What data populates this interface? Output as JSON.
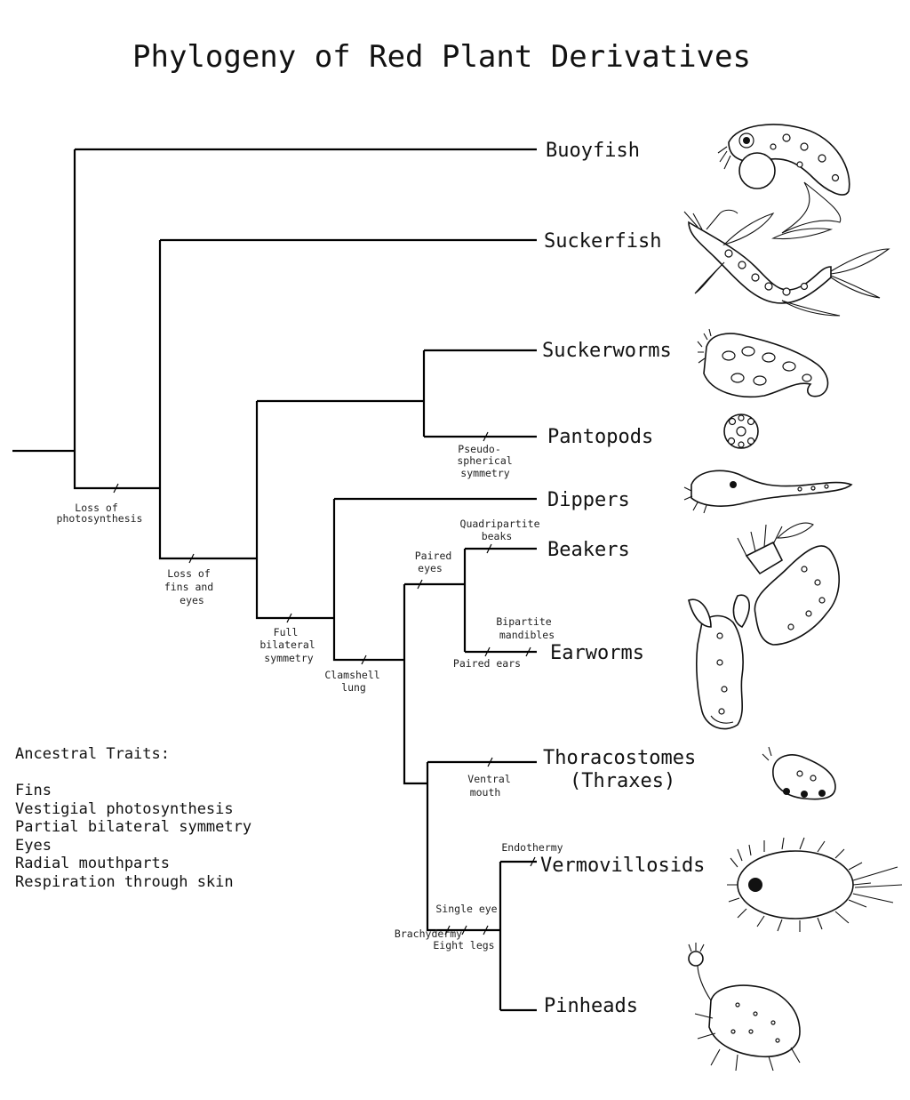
{
  "title": "Phylogeny of Red Plant Derivatives",
  "taxa": {
    "buoyfish": "Buoyfish",
    "suckerfish": "Suckerfish",
    "suckerworms": "Suckerworms",
    "pantopods": "Pantopods",
    "dippers": "Dippers",
    "beakers": "Beakers",
    "earworms": "Earworms",
    "thoracostomes": "Thoracostomes",
    "thraxes": "(Thraxes)",
    "vermovillosids": "Vermovillosids",
    "pinheads": "Pinheads"
  },
  "traits": {
    "loss_photosynthesis": [
      "Loss of",
      "photosynthesis"
    ],
    "loss_fins_eyes": [
      "Loss of",
      "fins and",
      "eyes"
    ],
    "full_bilateral": [
      "Full",
      "bilateral",
      "symmetry"
    ],
    "clamshell_lung": [
      "Clamshell",
      "lung"
    ],
    "pseudo_spherical": [
      "Pseudo-",
      "spherical",
      "symmetry"
    ],
    "paired_eyes": [
      "Paired",
      "eyes"
    ],
    "quadripartite_beaks": [
      "Quadripartite",
      "beaks"
    ],
    "bipartite_mandibles": [
      "Bipartite",
      "mandibles"
    ],
    "paired_ears": "Paired ears",
    "ventral_mouth": [
      "Ventral",
      "mouth"
    ],
    "endothermy": "Endothermy",
    "single_eye": "Single eye",
    "brachydermy": "Brachydermy",
    "eight_legs": "Eight legs"
  },
  "ancestral": {
    "heading": "Ancestral Traits:",
    "items": [
      "Fins",
      "Vestigial photosynthesis",
      "Partial bilateral symmetry",
      "Eyes",
      "Radial mouthparts",
      "Respiration through skin"
    ]
  }
}
